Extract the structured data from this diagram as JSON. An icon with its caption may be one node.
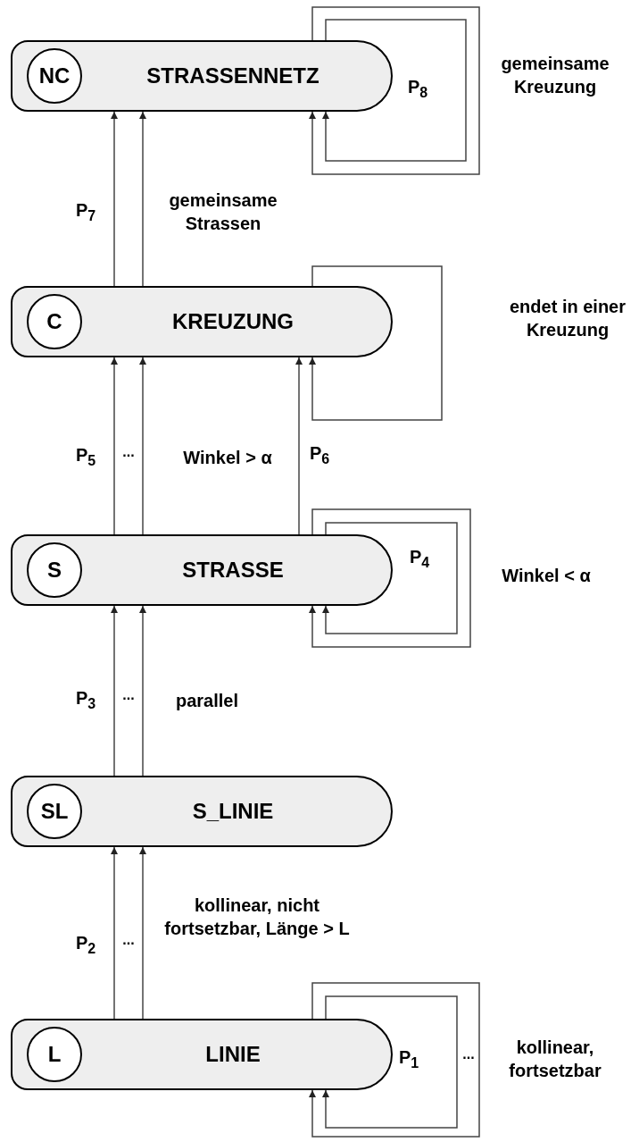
{
  "diagram": {
    "nodes": [
      {
        "text": [
          "NC",
          "STRASSENNETZ"
        ]
      },
      {
        "text": [
          "C",
          "KREUZUNG"
        ]
      },
      {
        "text": [
          "S",
          "STRASSE"
        ]
      },
      {
        "text": [
          "SL",
          "S_LINIE"
        ]
      },
      {
        "text": [
          "L",
          "LINIE"
        ]
      }
    ],
    "edges": [
      {
        "from": 0,
        "to": 0,
        "arrow": "to",
        "label": "gemeinsame Kreuzung"
      },
      {
        "from": 0,
        "to": 0,
        "arrow": "to",
        "label": "P$_{8}$"
      },
      {
        "from": 1,
        "to": 0,
        "arrow": "to",
        "label": "P$_{7}$"
      },
      {
        "from": 1,
        "to": 0,
        "arrow": "to",
        "label": "gemeinsame Strassen"
      },
      {
        "from": 1,
        "to": 1,
        "arrow": "to",
        "label": "endet in einer Kreuzung"
      },
      {
        "from": 2,
        "to": 1,
        "arrow": "to",
        "label": "P$_{5}$"
      },
      {
        "from": 2,
        "to": 1,
        "arrow": "to",
        "label": "Winkel > α"
      },
      {
        "from": 2,
        "to": 1,
        "arrow": "to",
        "label": "P$_{6}$"
      },
      {
        "from": 2,
        "to": 2,
        "arrow": "to",
        "label": "Winkel < α"
      },
      {
        "from": 2,
        "to": 2,
        "arrow": "to",
        "label": "P$_{4}$"
      },
      {
        "from": 3,
        "to": 2,
        "arrow": "to",
        "label": "P$_{3}$"
      },
      {
        "from": 3,
        "to": 2,
        "arrow": "to",
        "label": "parallel"
      },
      {
        "from": 4,
        "to": 3,
        "arrow": "to",
        "label": "P$_{2}$"
      },
      {
        "from": 4,
        "to": 3,
        "arrow": "to",
        "label": "kollinear, nicht fortsetzbar, Länge > L"
      },
      {
        "from": 4,
        "to": 4,
        "arrow": "to",
        "label": "kollinear, fortsetzbar"
      },
      {
        "from": 4,
        "to": 4,
        "arrow": "to",
        "label": "P$_{1}$"
      }
    ],
    "labels": [
      "...",
      "...",
      "...",
      "..."
    ]
  }
}
